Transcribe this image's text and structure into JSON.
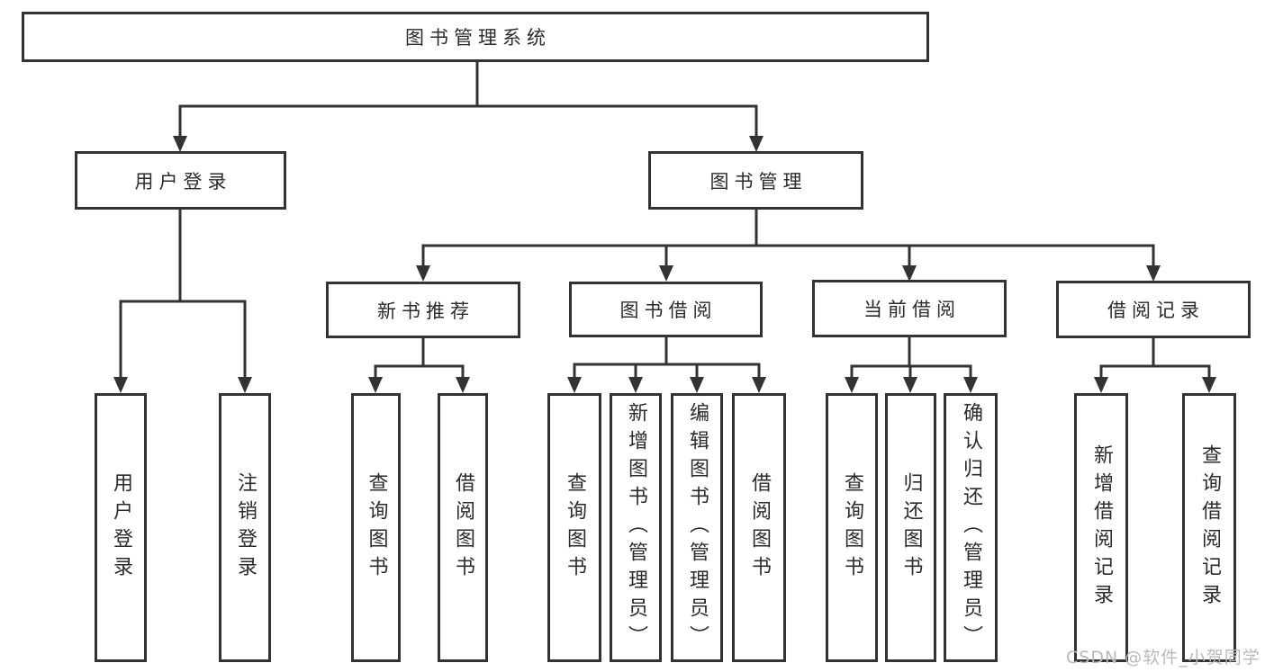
{
  "tree": {
    "label": "图书管理系统",
    "children": [
      {
        "label": "用户登录",
        "children": [
          {
            "label": "用户登录"
          },
          {
            "label": "注销登录"
          }
        ]
      },
      {
        "label": "图书管理",
        "children": [
          {
            "label": "新书推荐",
            "children": [
              {
                "label": "查询图书"
              },
              {
                "label": "借阅图书"
              }
            ]
          },
          {
            "label": "图书借阅",
            "children": [
              {
                "label": "查询图书"
              },
              {
                "label": "新增图书（管理员）"
              },
              {
                "label": "编辑图书（管理员）"
              },
              {
                "label": "借阅图书"
              }
            ]
          },
          {
            "label": "当前借阅",
            "children": [
              {
                "label": "查询图书"
              },
              {
                "label": "归还图书"
              },
              {
                "label": "确认归还（管理员）"
              }
            ]
          },
          {
            "label": "借阅记录",
            "children": [
              {
                "label": "新增借阅记录"
              },
              {
                "label": "查询借阅记录"
              }
            ]
          }
        ]
      }
    ]
  },
  "watermark": "CSDN @软件_小贺同学",
  "colors": {
    "line": "#333333",
    "text": "#2b2b2b",
    "background": "#ffffff",
    "watermark": "#b9b9b9"
  }
}
